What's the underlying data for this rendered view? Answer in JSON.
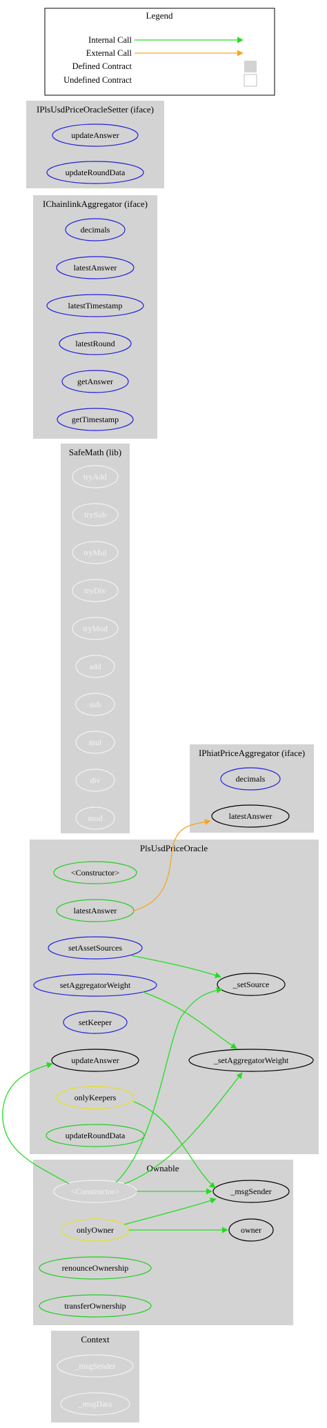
{
  "legend": {
    "title": "Legend",
    "internal_call": "Internal Call",
    "external_call": "External Call",
    "defined_contract": "Defined Contract",
    "undefined_contract": "Undefined Contract"
  },
  "colors": {
    "internal": "#22dd22",
    "external": "#f5a623",
    "cluster": "#d3d3d3",
    "public": "#1f1fdd",
    "internal_fn": "#22cc22",
    "modifier": "#e8e020",
    "lib": "#f2f2f2",
    "undefined": "#000000"
  },
  "clusters": {
    "setter": {
      "title": "IPlsUsdPriceOracleSetter  (iface)",
      "nodes": [
        "updateAnswer",
        "updateRoundData"
      ]
    },
    "chainlink": {
      "title": "IChainlinkAggregator  (iface)",
      "nodes": [
        "decimals",
        "latestAnswer",
        "latestTimestamp",
        "latestRound",
        "getAnswer",
        "getTimestamp"
      ]
    },
    "safemath": {
      "title": "SafeMath  (lib)",
      "nodes": [
        "tryAdd",
        "trySub",
        "tryMul",
        "tryDiv",
        "tryMod",
        "add",
        "sub",
        "mul",
        "div",
        "mod"
      ]
    },
    "phiat": {
      "title": "IPhiatPriceAggregator  (iface)",
      "nodes": [
        "decimals",
        "latestAnswer"
      ]
    },
    "oracle": {
      "title": "PlsUsdPriceOracle",
      "nodes": [
        "<Constructor>",
        "latestAnswer",
        "setAssetSources",
        "setAggregatorWeight",
        "setKeeper",
        "updateAnswer",
        "onlyKeepers",
        "updateRoundData",
        "_setSource",
        "_setAggregatorWeight"
      ]
    },
    "ownable": {
      "title": "Ownable",
      "nodes": [
        "<Constructor>",
        "_msgSender",
        "onlyOwner",
        "owner",
        "renounceOwnership",
        "transferOwnership"
      ]
    },
    "context": {
      "title": "Context",
      "nodes": [
        "_msgSender",
        "_msgData"
      ]
    }
  }
}
